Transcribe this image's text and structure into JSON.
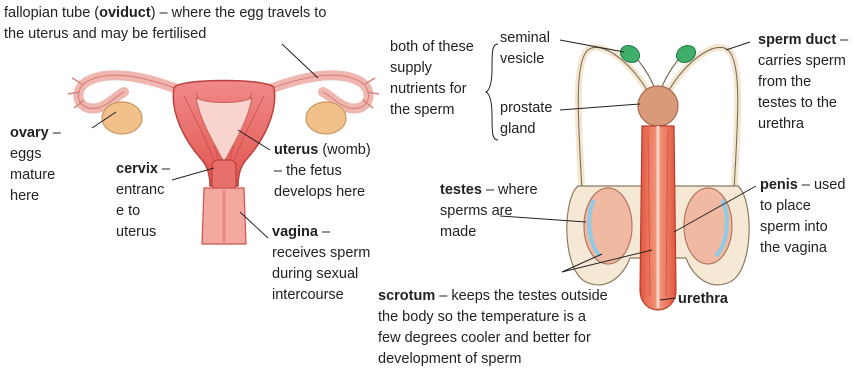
{
  "female": {
    "fallopian": {
      "line1_pre": "fallopian tube (",
      "line1_bold": "oviduct",
      "line1_post": ") – where the egg travels to",
      "line2": "the uterus and may be fertilised"
    },
    "ovary": {
      "bold": "ovary",
      "rest1": " –",
      "lines": [
        "eggs",
        "mature",
        "here"
      ]
    },
    "cervix": {
      "bold": "cervix",
      "rest1": " –",
      "lines": [
        "entranc",
        "e to",
        "uterus"
      ]
    },
    "uterus": {
      "bold": "uterus",
      "rest1": " (womb)",
      "lines": [
        "– the fetus",
        "develops here"
      ]
    },
    "vagina": {
      "bold": "vagina",
      "rest1": " –",
      "lines": [
        "receives sperm",
        "during sexual",
        "intercourse"
      ]
    }
  },
  "male": {
    "supply": {
      "lines": [
        "both of these",
        "supply",
        "nutrients for",
        "the sperm"
      ]
    },
    "seminal": {
      "lines": [
        "seminal",
        "vesicle"
      ]
    },
    "prostate": {
      "lines": [
        "prostate",
        "gland"
      ]
    },
    "sperm_duct": {
      "bold": "sperm duct",
      "rest1": " –",
      "lines": [
        "carries sperm",
        "from the",
        "testes to the",
        "urethra"
      ]
    },
    "testes": {
      "bold": "testes",
      "rest1": " – where",
      "lines": [
        "sperms are",
        "made"
      ]
    },
    "penis": {
      "bold": "penis",
      "rest1": " – used",
      "lines": [
        "to place",
        "sperm into",
        "the vagina"
      ]
    },
    "scrotum": {
      "bold": "scrotum",
      "rest1": " – keeps the testes outside",
      "lines": [
        "the body so the temperature is a",
        "few degrees cooler and better for",
        "development of sperm"
      ]
    },
    "urethra": {
      "bold": "urethra"
    }
  }
}
